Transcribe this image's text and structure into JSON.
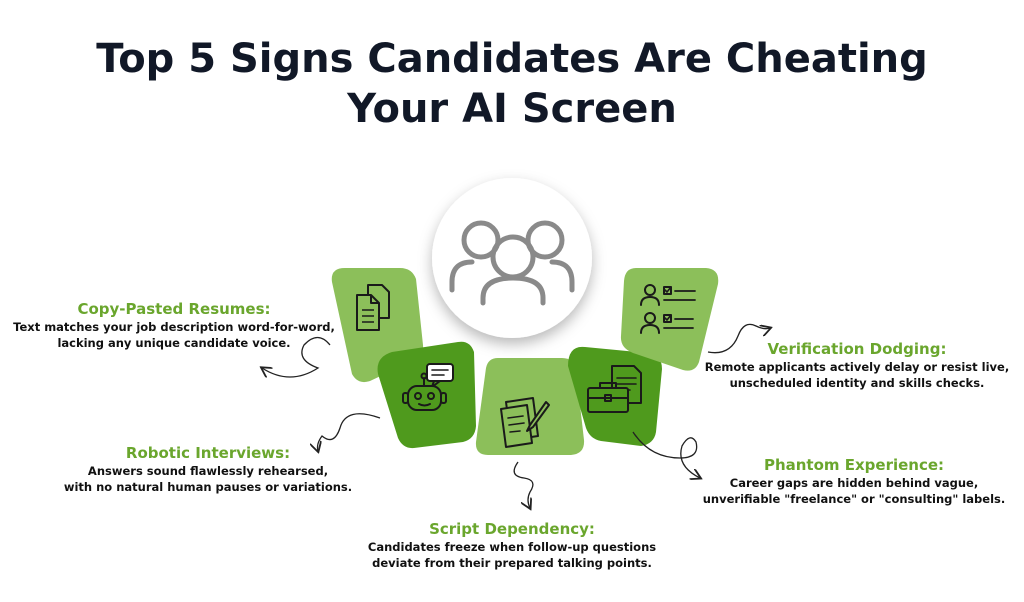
{
  "title": {
    "line1": "Top 5 Signs Candidates Are Cheating",
    "line2": "Your AI Screen"
  },
  "colors": {
    "light_green": "#8cbf5a",
    "dark_green": "#4f9a1d",
    "heading_green": "#6aa62d",
    "title_dark": "#111827",
    "icon_gray": "#8a8a8a"
  },
  "center": {
    "icon": "people-group-icon"
  },
  "signs": [
    {
      "icon": "documents-copy-icon",
      "heading": "Copy-Pasted Resumes:",
      "line1": "Text matches your job description word-for-word,",
      "line2": "lacking any unique candidate voice."
    },
    {
      "icon": "robot-chat-icon",
      "heading": "Robotic Interviews:",
      "line1": "Answers sound flawlessly rehearsed,",
      "line2": "with no natural human pauses or variations."
    },
    {
      "icon": "script-pen-icon",
      "heading": "Script Dependency:",
      "line1": "Candidates freeze when follow-up questions",
      "line2": "deviate from their prepared talking points."
    },
    {
      "icon": "portfolio-briefcase-icon",
      "heading": "Phantom Experience:",
      "line1": "Career gaps are hidden behind vague,",
      "line2": "unverifiable \"freelance\" or \"consulting\" labels."
    },
    {
      "icon": "identity-checklist-icon",
      "heading": "Verification Dodging:",
      "line1": "Remote applicants actively delay or resist live,",
      "line2": "unscheduled identity and skills checks."
    }
  ]
}
